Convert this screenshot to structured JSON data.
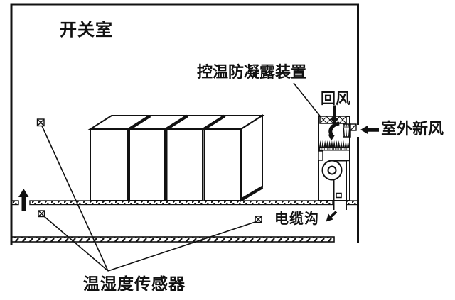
{
  "diagram": {
    "type": "hvac-anti-condensation-schematic",
    "labels": {
      "room": "开关室",
      "device": "控温防凝露装置",
      "return_air": "回风",
      "fresh_air": "室外新风",
      "cable_trench": "电缆沟",
      "sensors": "温湿度传感器"
    },
    "components": {
      "cabinet_count": 4,
      "sensor_count": 3,
      "icons": [
        "up-arrow-icon",
        "down-arrow-icon",
        "left-arrow-icon",
        "down-left-arrow-icon",
        "curved-flow-arrow-icon",
        "fan-icon",
        "sensor-icon",
        "heater-icon",
        "filter-icon"
      ]
    },
    "colors": {
      "line": "#111111",
      "background": "#ffffff"
    }
  }
}
